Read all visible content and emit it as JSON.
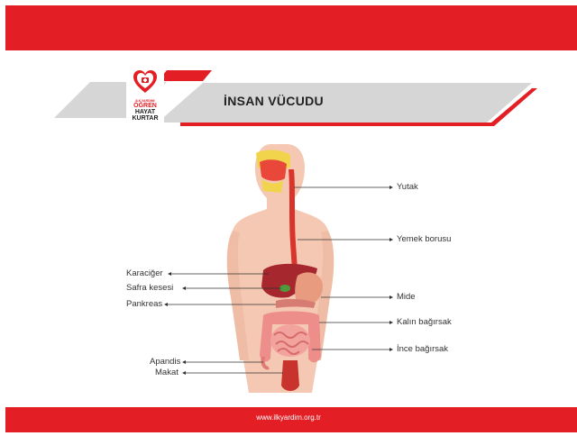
{
  "logo": {
    "small_text": "İLK YARDIMI",
    "line1": "ÖĞREN",
    "line2": "HAYAT",
    "line3": "KURTAR"
  },
  "title": "İNSAN VÜCUDU",
  "labels": {
    "right": [
      "Yutak",
      "Yemek borusu",
      "Mide",
      "Kalın bağırsak",
      "İnce bağırsak"
    ],
    "left": [
      "Karaciğer",
      "Safra kesesi",
      "Pankreas",
      "Apandis",
      "Makat"
    ]
  },
  "footer": {
    "url": "www.ilkyardim.org.tr"
  },
  "colors": {
    "brand_red": "#e31e24",
    "banner_gray": "#d6d6d6"
  }
}
